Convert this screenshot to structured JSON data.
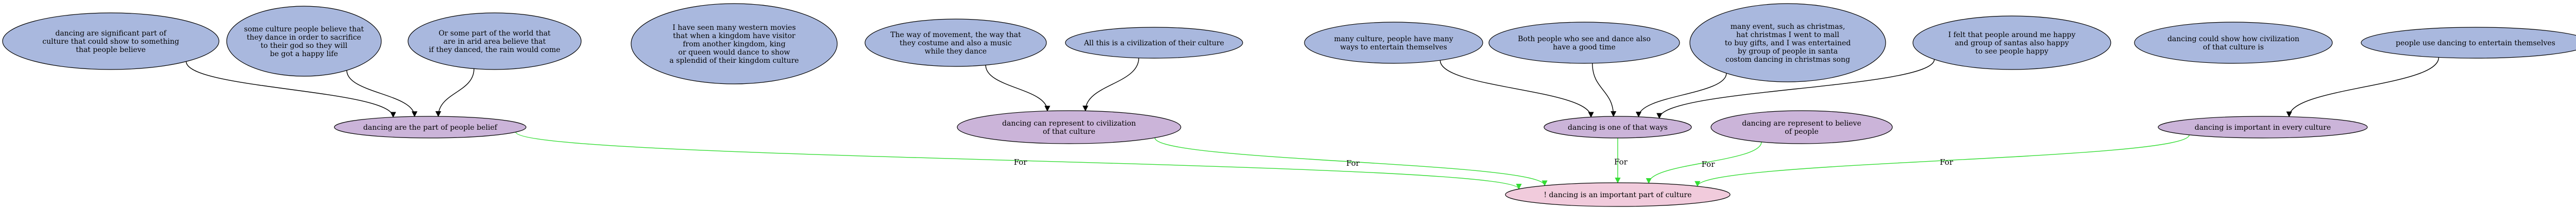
{
  "colors": {
    "premise": "#a9b8de",
    "claim": "#cbb4d9",
    "conclusion": "#f1cbdc",
    "support_edge": "#000000",
    "for_edge": "#33dd33"
  },
  "edge_label": "For",
  "nodes": [
    {
      "id": "p1",
      "kind": "premise",
      "lines": [
        "dancing are significant part of",
        "culture that could show to something",
        "that people believe"
      ]
    },
    {
      "id": "p2",
      "kind": "premise",
      "lines": [
        "some culture people believe that",
        "they dance in order to sacrifice",
        "to their god so they will",
        "be got a happy life"
      ]
    },
    {
      "id": "p3",
      "kind": "premise",
      "lines": [
        "Or some part of the world that",
        "are in arid area believe that",
        "if they danced, the rain would come"
      ]
    },
    {
      "id": "p4",
      "kind": "premise",
      "lines": [
        "I have seen many western movies",
        "that when a kingdom have visitor",
        "from another kingdom, king",
        "or queen would dance to show",
        "a splendid of their kingdom culture"
      ]
    },
    {
      "id": "p5",
      "kind": "premise",
      "lines": [
        "The way of movement, the way that",
        "they costume and also a music",
        "while they dance"
      ]
    },
    {
      "id": "p6",
      "kind": "premise",
      "lines": [
        "All this is a civilization of their culture"
      ]
    },
    {
      "id": "p7",
      "kind": "premise",
      "lines": [
        "many culture, people have many",
        "ways to entertain themselves"
      ]
    },
    {
      "id": "p8",
      "kind": "premise",
      "lines": [
        "Both people who see and dance also",
        "have a good time"
      ]
    },
    {
      "id": "p9",
      "kind": "premise",
      "lines": [
        "many event, such as christmas,",
        "hat christmas I went to mall",
        "to buy gifts, and I was entertained",
        "by group of people in santa",
        "costom dancing in christmas song"
      ]
    },
    {
      "id": "p10",
      "kind": "premise",
      "lines": [
        "I felt that people around me happy",
        "and group of santas also happy",
        "to see people happy"
      ]
    },
    {
      "id": "p11",
      "kind": "premise",
      "lines": [
        "dancing could show how civilization",
        "of that culture is"
      ]
    },
    {
      "id": "p12",
      "kind": "premise",
      "lines": [
        "people use dancing to entertain themselves"
      ]
    },
    {
      "id": "c1",
      "kind": "claim",
      "lines": [
        "dancing are the part of people belief"
      ]
    },
    {
      "id": "c2",
      "kind": "claim",
      "lines": [
        "dancing can represent to civilization",
        "of that culture"
      ]
    },
    {
      "id": "c3",
      "kind": "claim",
      "lines": [
        "dancing is one of that ways"
      ]
    },
    {
      "id": "c4",
      "kind": "claim",
      "lines": [
        "dancing are represent to believe",
        "of people"
      ]
    },
    {
      "id": "c5",
      "kind": "claim",
      "lines": [
        "dancing is important in every culture"
      ]
    },
    {
      "id": "m1",
      "kind": "conclusion",
      "lines": [
        "! dancing is an important part of culture"
      ]
    }
  ],
  "edges": [
    {
      "from": "p1",
      "to": "c1",
      "type": "support",
      "label": ""
    },
    {
      "from": "p2",
      "to": "c1",
      "type": "support",
      "label": ""
    },
    {
      "from": "p3",
      "to": "c1",
      "type": "support",
      "label": ""
    },
    {
      "from": "p5",
      "to": "c2",
      "type": "support",
      "label": ""
    },
    {
      "from": "p6",
      "to": "c2",
      "type": "support",
      "label": ""
    },
    {
      "from": "p7",
      "to": "c3",
      "type": "support",
      "label": ""
    },
    {
      "from": "p8",
      "to": "c3",
      "type": "support",
      "label": ""
    },
    {
      "from": "p9",
      "to": "c3",
      "type": "support",
      "label": ""
    },
    {
      "from": "p10",
      "to": "c3",
      "type": "support",
      "label": ""
    },
    {
      "from": "p12",
      "to": "c5",
      "type": "support",
      "label": ""
    },
    {
      "from": "c1",
      "to": "m1",
      "type": "for",
      "label": "For"
    },
    {
      "from": "c2",
      "to": "m1",
      "type": "for",
      "label": "For"
    },
    {
      "from": "c3",
      "to": "m1",
      "type": "for",
      "label": "For"
    },
    {
      "from": "c4",
      "to": "m1",
      "type": "for",
      "label": "For"
    },
    {
      "from": "c5",
      "to": "m1",
      "type": "for",
      "label": "For"
    }
  ]
}
